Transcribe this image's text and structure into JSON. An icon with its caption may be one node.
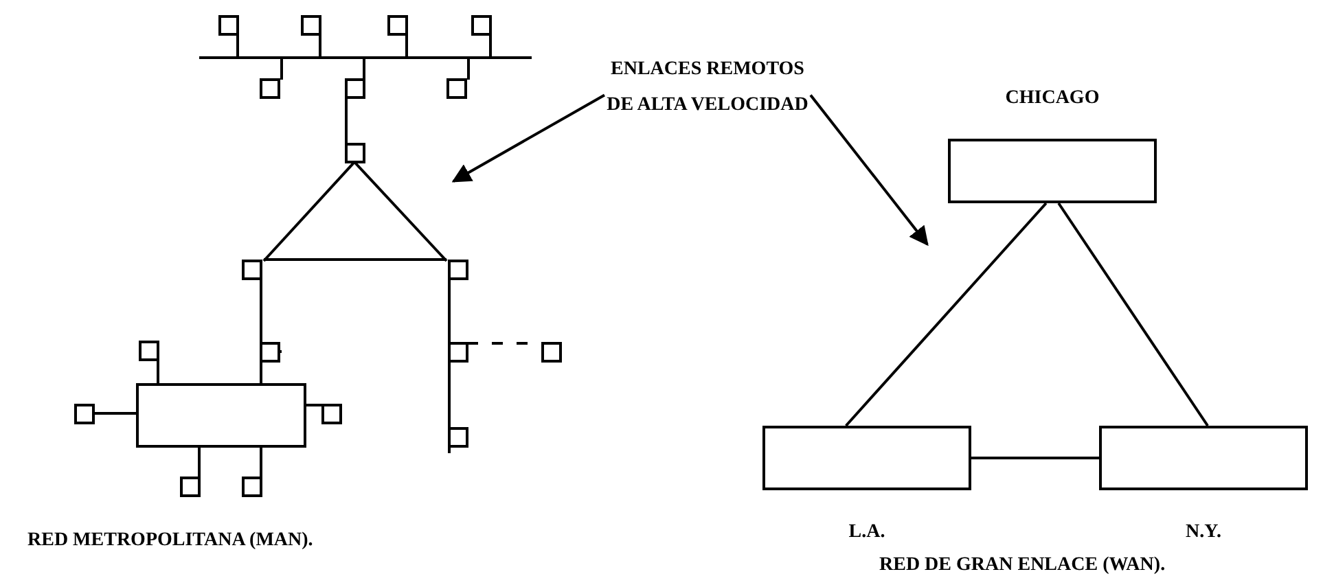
{
  "diagram": {
    "nodes": [
      {
        "text": [
          "ENLACES REMOTOS DE ALTA VELOCIDAD"
        ]
      },
      {
        "text": [
          "CHICAGO"
        ]
      },
      {
        "text": [
          "L.A."
        ]
      },
      {
        "text": [
          "N.Y."
        ]
      }
    ],
    "edges": [
      {
        "from": 0,
        "to": null,
        "arrow": "to"
      },
      {
        "from": 0,
        "to": null,
        "arrow": "to"
      },
      {
        "from": 1,
        "to": 2,
        "arrow": "none"
      },
      {
        "from": 1,
        "to": 3,
        "arrow": "none"
      },
      {
        "from": 2,
        "to": 3,
        "arrow": "none"
      }
    ],
    "labels": [
      "RED METROPOLITANA (MAN).",
      "RED DE GRAN ENLACE (WAN)."
    ]
  }
}
